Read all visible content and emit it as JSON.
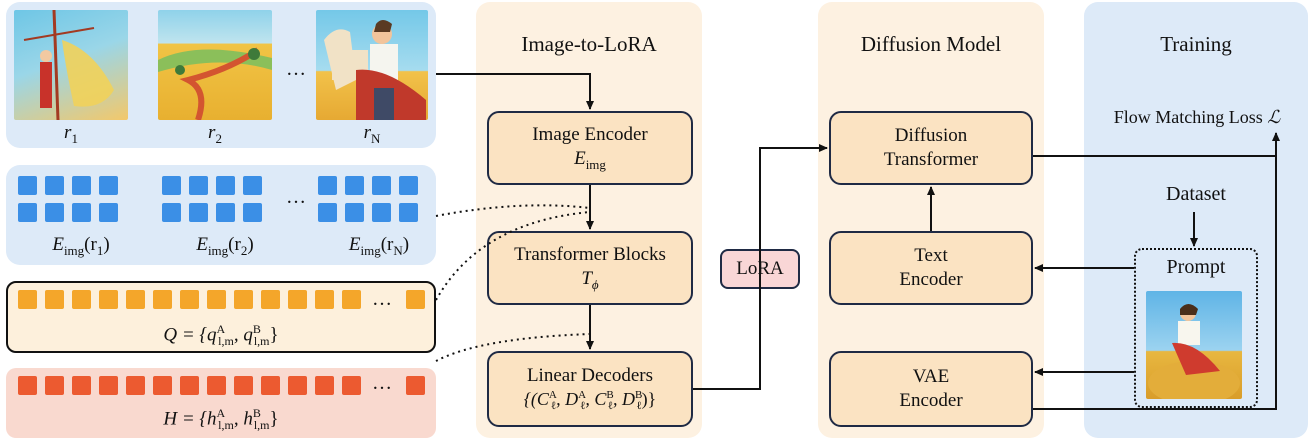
{
  "panels": {
    "image_to_lora": {
      "title": "Image-to-LoRA"
    },
    "diffusion_model": {
      "title": "Diffusion Model"
    },
    "training": {
      "title": "Training"
    }
  },
  "references": {
    "labels": [
      "r",
      "r",
      "r"
    ],
    "subscripts": [
      "1",
      "2",
      "N"
    ],
    "ellipsis": "…"
  },
  "embeddings": {
    "label_prefix": "E",
    "label_sub": "img",
    "args": [
      "(r",
      "(r",
      "(r"
    ],
    "arg_subs": [
      "1",
      "2",
      "N"
    ],
    "closers": [
      ")",
      ")",
      ")"
    ],
    "ellipsis": "…"
  },
  "q_tokens": {
    "formula": "Q = {q",
    "a_sup": "A",
    "a_sub": "l,m",
    "sep": ", q",
    "b_sup": "B",
    "b_sub": "l,m",
    "close": "}",
    "ellipsis": "…"
  },
  "h_tokens": {
    "formula": "H = {h",
    "a_sup": "A",
    "a_sub": "l,m",
    "sep": ", h",
    "b_sup": "B",
    "b_sub": "l,m",
    "close": "}",
    "ellipsis": "…"
  },
  "boxes": {
    "image_encoder": {
      "line1": "Image Encoder",
      "sym": "E",
      "sub": "img"
    },
    "transformer_blocks": {
      "line1": "Transformer Blocks",
      "sym": "T",
      "sub": "ϕ"
    },
    "linear_decoders": {
      "line1": "Linear Decoders",
      "formula": "{(C",
      "c1sup": "A",
      "c1sub": "ℓ",
      "d1": ", D",
      "d1sup": "A",
      "d1sub": "ℓ",
      "c2": ", C",
      "c2sup": "B",
      "c2sub": "ℓ",
      "d2": ", D",
      "d2sup": "B",
      "d2sub": "ℓ",
      "close": ")}"
    },
    "lora": {
      "label": "LoRA"
    },
    "diffusion_transformer": {
      "line1": "Diffusion",
      "line2": "Transformer"
    },
    "text_encoder": {
      "line1": "Text",
      "line2": "Encoder"
    },
    "vae_encoder": {
      "line1": "VAE",
      "line2": "Encoder"
    }
  },
  "training": {
    "loss_label": "Flow Matching Loss ",
    "loss_symbol": "ℒ",
    "dataset_label": "Dataset",
    "prompt_label": "Prompt"
  },
  "colors": {
    "blue_panel": "#ddeaf8",
    "orange_panel": "#fdf1e1",
    "token_blue": "#3b8fe6",
    "token_orange": "#f4a62a",
    "token_red": "#ec5a30",
    "q_bg": "#fdf0dc",
    "h_bg": "#f9d9cf",
    "lora_bg": "#f9d6d6"
  }
}
